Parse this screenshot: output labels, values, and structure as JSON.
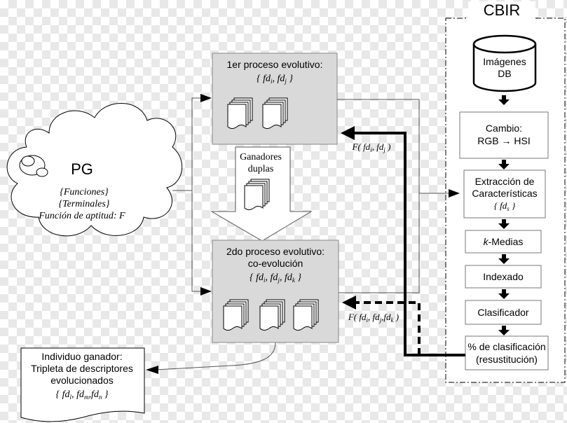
{
  "cbir": {
    "title": "CBIR",
    "database": "Imágenes DB",
    "steps": [
      {
        "label": "Cambio:",
        "label2": "RGB → HSI"
      },
      {
        "label": "Extracción de",
        "label2": "Características",
        "label3": "{ fds }"
      },
      {
        "label": "k-Medias"
      },
      {
        "label": "Indexado"
      },
      {
        "label": "Clasificador"
      },
      {
        "label": "% de clasificación",
        "label2": "(resustitución)"
      }
    ]
  },
  "pg": {
    "title": "PG",
    "line1": "{Funciones}",
    "line2": "{Terminales}",
    "line3": "Función de aptitud: F"
  },
  "process1": {
    "title": "1er proceso evolutivo:",
    "descriptors": "{ fdi, fdj }"
  },
  "process2": {
    "title": "2do proceso evolutivo:",
    "subtitle": "co-evolución",
    "descriptors": "{ fdi, fdj, fdk }"
  },
  "winners": {
    "line1": "Ganadores",
    "line2": "duplas"
  },
  "fitness_labels": {
    "f1": "F( fdi, fdj )",
    "f2": "F( fdi, fdj, fdk )"
  },
  "winner_individual": {
    "line1": "Individuo ganador:",
    "line2": "Tripleta de descriptores",
    "line3": "evolucionados",
    "line4": "{ fdl, fdm, fdn }"
  }
}
